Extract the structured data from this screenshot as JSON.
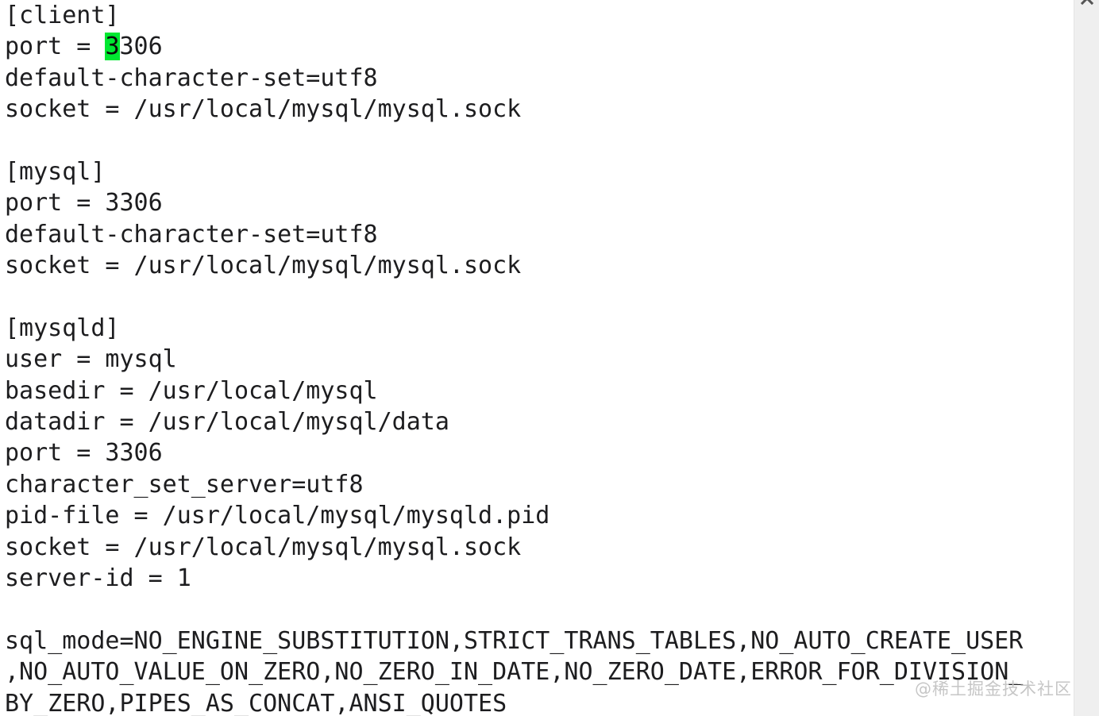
{
  "document": {
    "title": "my.cnf",
    "background_color": "#ffffff",
    "text_color": "#1d1d1f",
    "highlight_color": "#00e831",
    "lines": [
      {
        "id": "line-1",
        "text": "[client]"
      },
      {
        "id": "line-2",
        "text": "port = 3306",
        "highlight": {
          "start": 7,
          "length": 1,
          "char": "3"
        },
        "pre": "port = ",
        "hl": "3",
        "post": "306"
      },
      {
        "id": "line-3",
        "text": "default-character-set=utf8"
      },
      {
        "id": "line-4",
        "text": "socket = /usr/local/mysql/mysql.sock"
      },
      {
        "id": "line-5",
        "text": ""
      },
      {
        "id": "line-6",
        "text": "[mysql]"
      },
      {
        "id": "line-7",
        "text": "port = 3306"
      },
      {
        "id": "line-8",
        "text": "default-character-set=utf8"
      },
      {
        "id": "line-9",
        "text": "socket = /usr/local/mysql/mysql.sock"
      },
      {
        "id": "line-10",
        "text": ""
      },
      {
        "id": "line-11",
        "text": "[mysqld]"
      },
      {
        "id": "line-12",
        "text": "user = mysql"
      },
      {
        "id": "line-13",
        "text": "basedir = /usr/local/mysql"
      },
      {
        "id": "line-14",
        "text": "datadir = /usr/local/mysql/data"
      },
      {
        "id": "line-15",
        "text": "port = 3306"
      },
      {
        "id": "line-16",
        "text": "character_set_server=utf8"
      },
      {
        "id": "line-17",
        "text": "pid-file = /usr/local/mysql/mysqld.pid"
      },
      {
        "id": "line-18",
        "text": "socket = /usr/local/mysql/mysql.sock"
      },
      {
        "id": "line-19",
        "text": "server-id = 1"
      },
      {
        "id": "line-20",
        "text": ""
      },
      {
        "id": "line-21",
        "text": "sql_mode=NO_ENGINE_SUBSTITUTION,STRICT_TRANS_TABLES,NO_AUTO_CREATE_USER"
      },
      {
        "id": "line-22",
        "text": ",NO_AUTO_VALUE_ON_ZERO,NO_ZERO_IN_DATE,NO_ZERO_DATE,ERROR_FOR_DIVISION_"
      },
      {
        "id": "line-23",
        "text": "BY_ZERO,PIPES_AS_CONCAT,ANSI_QUOTES"
      }
    ]
  },
  "scrollbar": {
    "up_arrow_icon": "chevron-up-icon",
    "track_color": "#efefef",
    "thumb_color": "#c9c9c9"
  },
  "watermark": {
    "text": "@稀土掘金技术社区"
  }
}
